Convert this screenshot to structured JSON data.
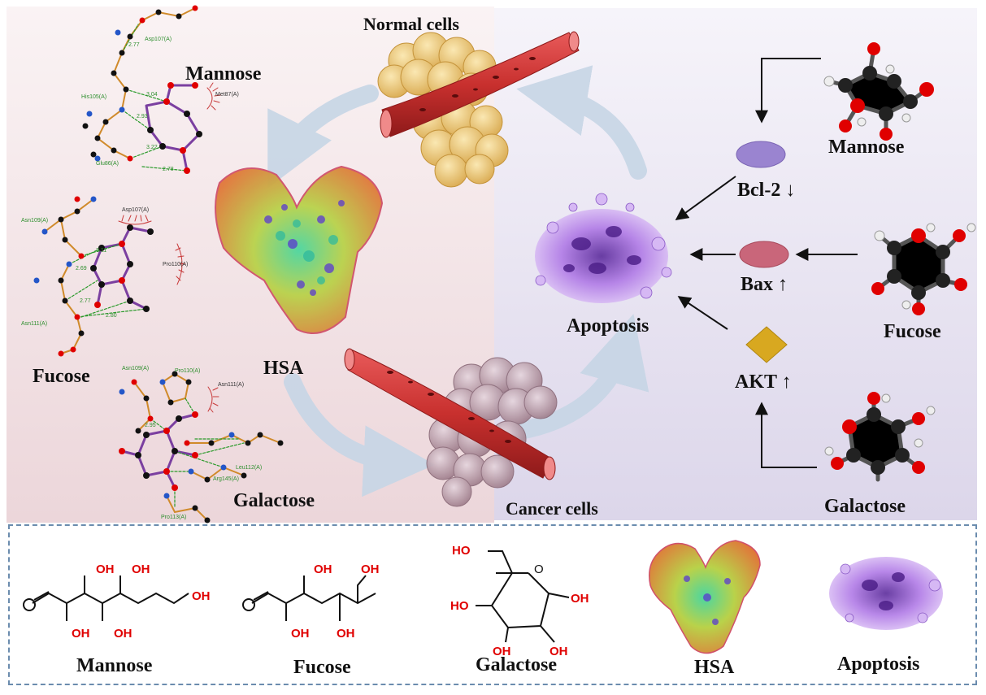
{
  "left_panel": {
    "interaction_labels": {
      "mannose": "Mannose",
      "fucose": "Fucose",
      "galactose": "Galactose"
    },
    "residues": {
      "asp107": "Asp107(A)",
      "his105": "His105(A)",
      "met87": "Met87(A)",
      "glu86": "Glu86(A)",
      "asn109_top": "Asn109(A)",
      "asp107_b": "Asp107(A)",
      "pro110": "Pro110(A)",
      "asn111": "Asn111(A)",
      "asn109_bottom": "Asn109(A)",
      "pro110_b": "Pro110(A)",
      "asn111_b": "Asn111(A)",
      "leu112": "Leu112(A)",
      "arg145": "Arg145(A)",
      "pro113": "Pro113(A)"
    },
    "distances": [
      "2.77",
      "3.04",
      "2.93",
      "3.22",
      "2.78",
      "3.11",
      "2.69",
      "2.77",
      "2.80",
      "2.95"
    ]
  },
  "center": {
    "normal_cells": "Normal cells",
    "hsa": "HSA",
    "cancer_cells": "Cancer cells"
  },
  "right_panel": {
    "apoptosis": "Apoptosis",
    "bcl2": "Bcl-2 ↓",
    "bax": "Bax ↑",
    "akt": "AKT ↑",
    "mannose": "Mannose",
    "fucose": "Fucose",
    "galactose": "Galactose"
  },
  "legend": {
    "mannose": "Mannose",
    "fucose": "Fucose",
    "galactose": "Galactose",
    "hsa": "HSA",
    "apoptosis": "Apoptosis",
    "oh": "OH",
    "ho": "HO",
    "o": "O"
  },
  "colors": {
    "left_bg": "#f4e6e8",
    "right_bg": "#ece8f4",
    "vessel": "#d63a3a",
    "normal_cell": "#e9c36a",
    "cancer_cell": "#a88a96",
    "apoptosis": "#a46ad8",
    "bcl2": "#9a84d0",
    "bax": "#c9667a",
    "akt": "#d8a820",
    "oxygen": "#e00000",
    "carbon": "#1a1a1a",
    "legend_border": "#6b8cae"
  }
}
